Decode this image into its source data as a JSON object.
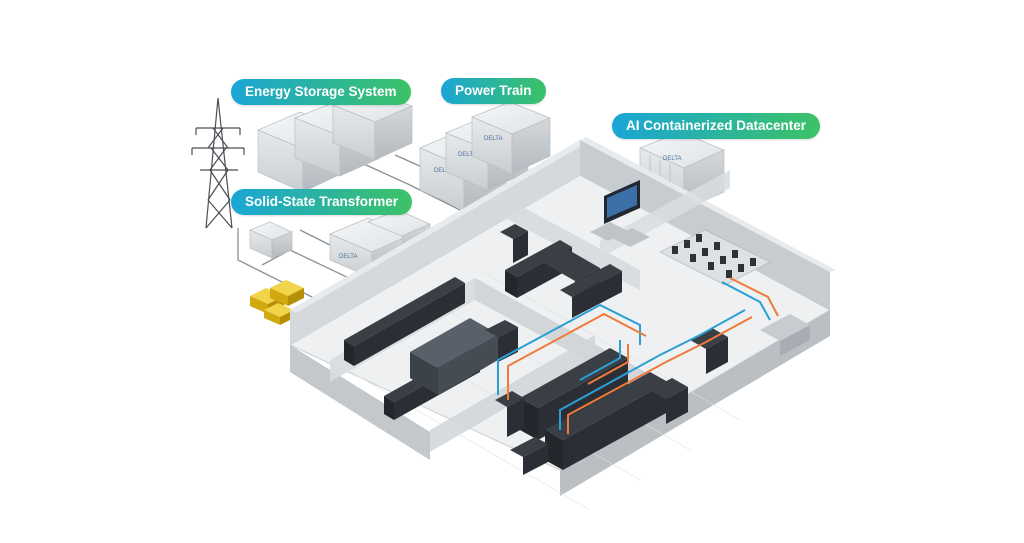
{
  "labels": {
    "energy_storage": "Energy Storage System",
    "power_train": "Power Train",
    "ai_datacenter": "AI Containerized Datacenter",
    "solid_state_transformer": "Solid-State Transformer"
  },
  "brand_mark": "DELTA",
  "colors": {
    "pill_start": "#1aa6d6",
    "pill_end": "#3cc266",
    "cooling_pipe_blue": "#2a9fd6",
    "cooling_pipe_orange": "#f07a3a",
    "generator_yellow": "#e8c21c",
    "wall_gray": "#cfd3d6",
    "floor_gray": "#eceeef",
    "rack_dark": "#2b2f35"
  },
  "icons": [
    "power-pylon-icon",
    "generator-icon",
    "container-icon",
    "server-rack-icon",
    "control-monitor-icon"
  ]
}
